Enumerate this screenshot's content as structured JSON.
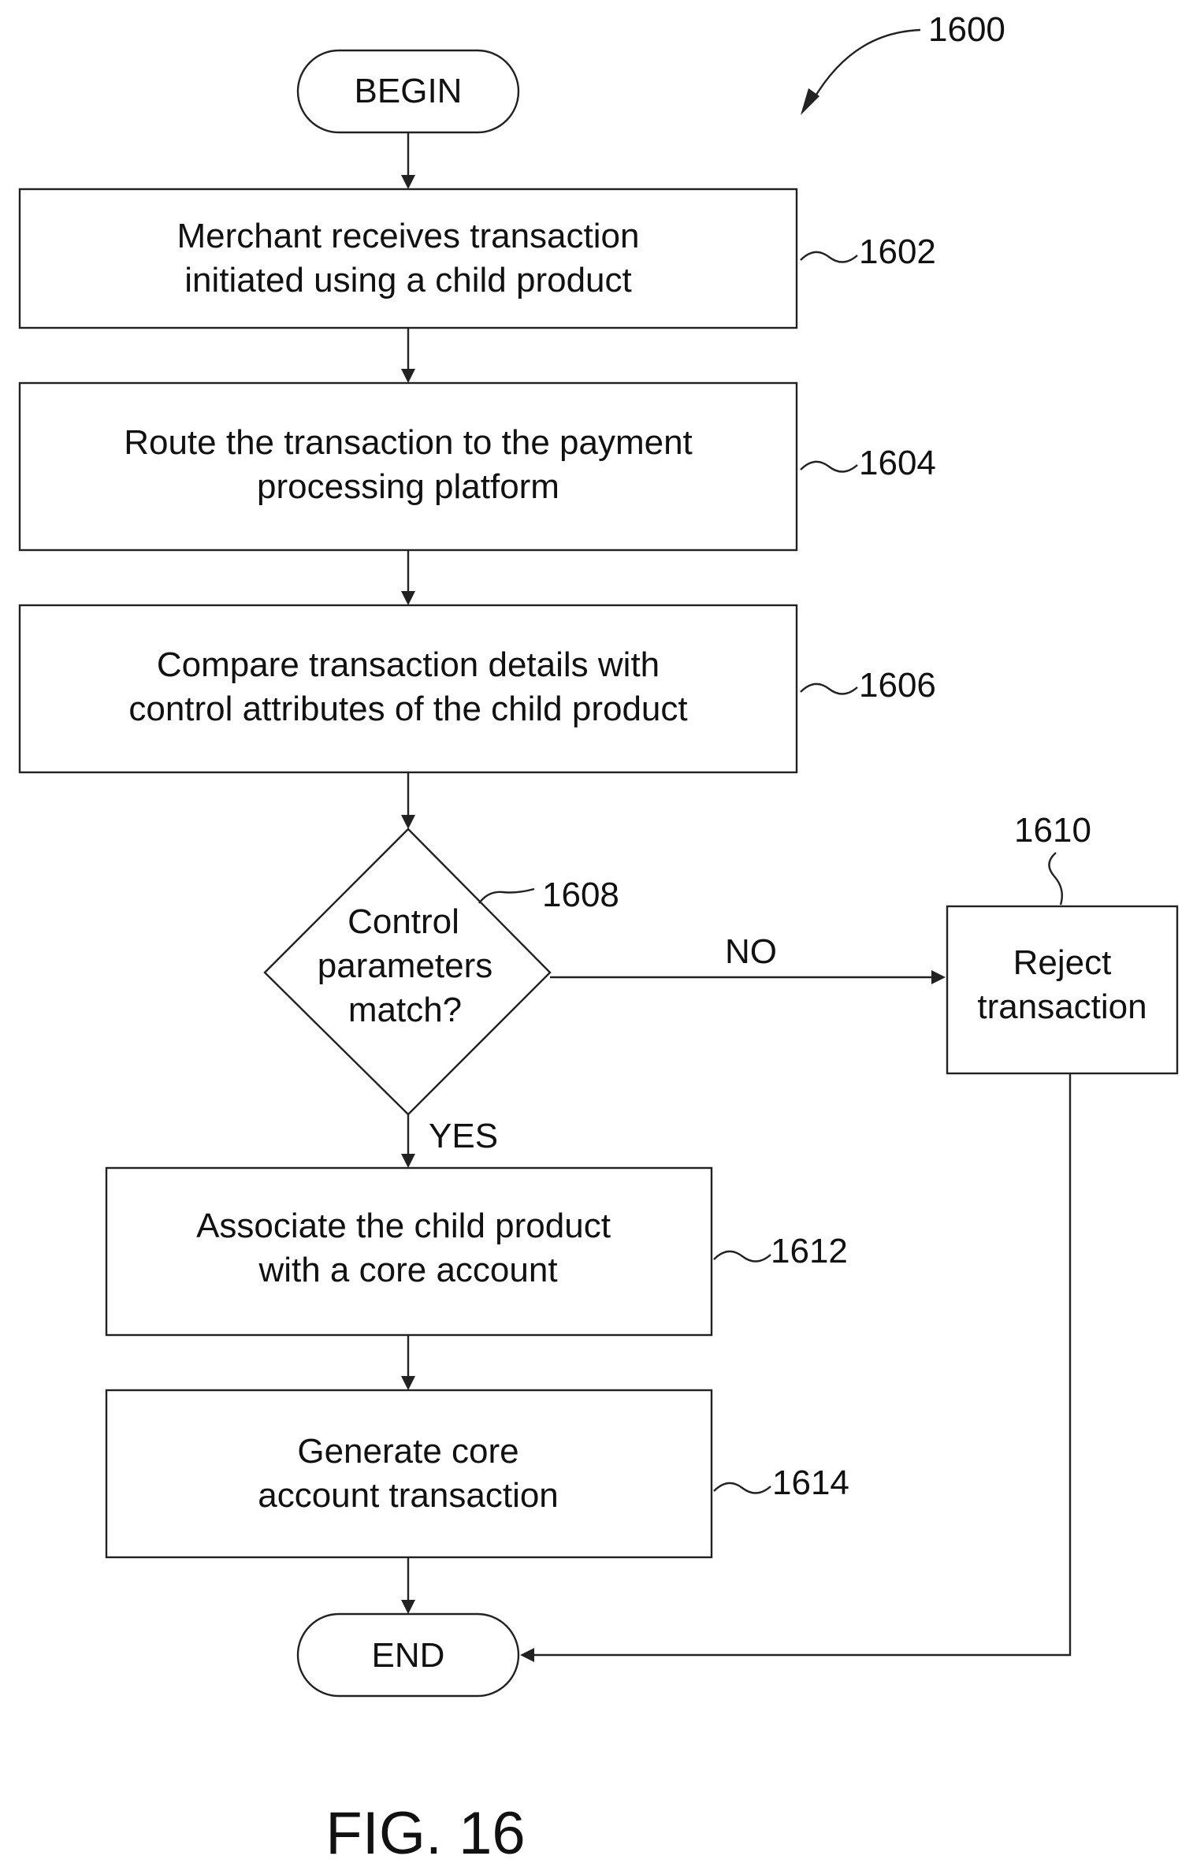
{
  "figure": {
    "number": "1600",
    "caption": "FIG. 16"
  },
  "nodes": {
    "begin": {
      "label": "BEGIN"
    },
    "n1602": {
      "lines": [
        "Merchant receives transaction",
        "initiated using a child product"
      ],
      "ref": "1602"
    },
    "n1604": {
      "lines": [
        "Route the transaction to the payment",
        "processing platform"
      ],
      "ref": "1604"
    },
    "n1606": {
      "lines": [
        "Compare transaction details with",
        "control attributes of the child product"
      ],
      "ref": "1606"
    },
    "n1608": {
      "lines": [
        "Control",
        "parameters",
        "match?"
      ],
      "ref": "1608"
    },
    "n1610": {
      "lines": [
        "Reject",
        "transaction"
      ],
      "ref": "1610"
    },
    "n1612": {
      "lines": [
        "Associate the child product",
        "with a core account"
      ],
      "ref": "1612"
    },
    "n1614": {
      "lines": [
        "Generate core",
        "account transaction"
      ],
      "ref": "1614"
    },
    "end": {
      "label": "END"
    }
  },
  "edges": {
    "no_label": "NO",
    "yes_label": "YES"
  }
}
